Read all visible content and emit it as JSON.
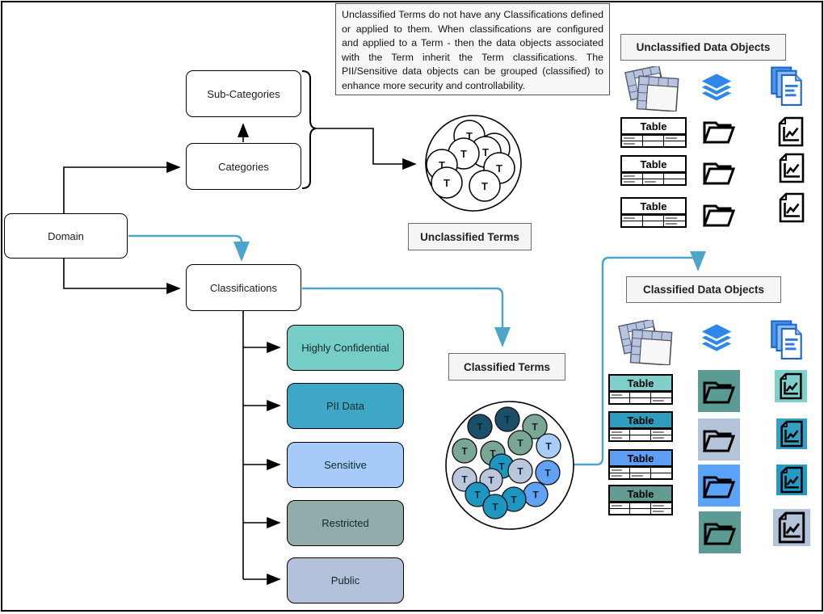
{
  "note": {
    "text": "Unclassified Terms do not have any Classifications defined or applied to them. When classifications are configured and applied to a Term - then the data objects associated with the Term inherit the Term classifications. The PII/Sensitive data objects can be grouped (classified) to enhance more security and controllability."
  },
  "flow": {
    "domain": "Domain",
    "sub_categories": "Sub-Categories",
    "categories": "Categories",
    "classifications": "Classifications"
  },
  "levels": [
    {
      "label": "Highly Confidential",
      "color": "#76CCC6"
    },
    {
      "label": "PII Data",
      "color": "#3EA7C6"
    },
    {
      "label": "Sensitive",
      "color": "#A7CBF8"
    },
    {
      "label": "Restricted",
      "color": "#92ACAC"
    },
    {
      "label": "Public",
      "color": "#B3C1DB"
    }
  ],
  "terms": {
    "unclassified_label": "Unclassified Terms",
    "classified_label": "Classified Terms",
    "letter": "T",
    "classified_colors": [
      "#1B4F68",
      "#1B4F68",
      "#79A695",
      "#79A695",
      "#A9CDFA",
      "#79A695",
      "#79A695",
      "#1E96C2",
      "#B9C6DB",
      "#62A2F5",
      "#B9C6DB",
      "#B9C6DB",
      "#1E96C2",
      "#62A2F5",
      "#1E96C2",
      "#1E96C2"
    ]
  },
  "objects": {
    "unclassified_title": "Unclassified Data Objects",
    "classified_title": "Classified Data Objects",
    "table_label": "Table",
    "classified_table_colors": [
      "#7FD0CA",
      "#2F9DBE",
      "#5D9FF5",
      "#639A92"
    ],
    "classified_folder_bg": [
      "#5C9B93",
      "#B4C3D8",
      "#5AA3F8",
      "#5C9B93"
    ],
    "classified_chart_bg": [
      "#7FD0CA",
      "#35A0C6",
      "#2399C4",
      "#B4C3DB"
    ]
  },
  "colors": {
    "connector_blue": "#4DA6C9",
    "layers_blue": "#2E87EB",
    "docs_fill_dark": "#4D94EC",
    "docs_fill_light": "#8FBCF5",
    "spreadsheet_header": "#B8C4DE"
  }
}
